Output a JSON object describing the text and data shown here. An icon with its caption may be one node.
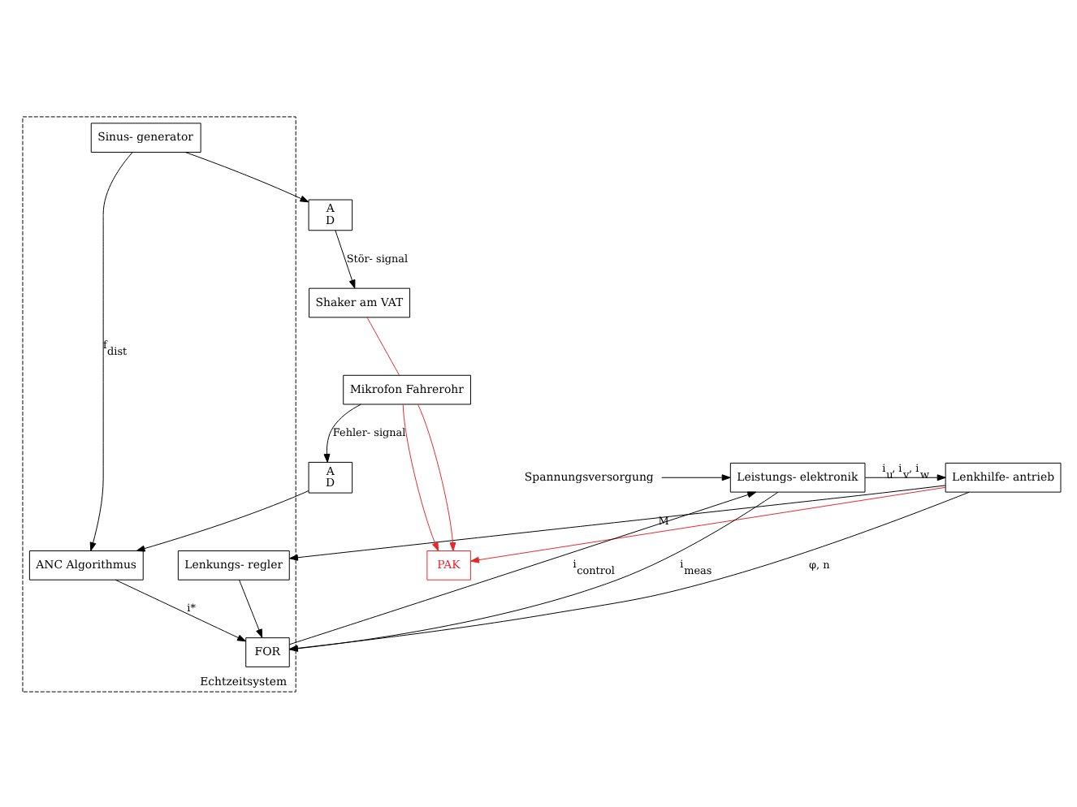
{
  "diagram": {
    "nodes": [
      {
        "text": [
          "Lenkhilfe- antrieb"
        ]
      },
      {
        "text": [
          "Leistungs- elektronik"
        ]
      },
      {
        "text": [
          "Spannungsversorgung"
        ]
      },
      {
        "text": [
          "Echtzeitsystem"
        ]
      },
      {
        "text": [
          "FOR"
        ],
        "in": 3
      },
      {
        "text": [
          "Lenkungs- regler"
        ],
        "in": 3
      },
      {
        "text": [
          "PAK"
        ]
      },
      {
        "text": [
          "Mikrofon Fahrerohr"
        ]
      },
      {
        "text": [
          "A",
          "D"
        ]
      },
      {
        "text": [
          "ANC Algorithmus"
        ],
        "in": 3
      },
      {
        "text": [
          "Shaker am VAT"
        ]
      },
      {
        "text": [
          "A",
          "D"
        ]
      },
      {
        "text": [
          "Sinus- generator"
        ],
        "in": 3
      }
    ],
    "edges": [
      {
        "from": 2,
        "to": 1,
        "arrow": "to"
      },
      {
        "from": 1,
        "to": 0,
        "arrow": "to",
        "label": "i$_{u}$, i$_{v}$, i$_{w}$"
      },
      {
        "from": 0,
        "to": 6,
        "arrow": "to",
        "color": "#e8262b"
      },
      {
        "from": 0,
        "to": 4,
        "arrow": "to",
        "label": "φ, n"
      },
      {
        "from": 0,
        "to": 5,
        "arrow": "to",
        "label": "M"
      },
      {
        "from": 4,
        "to": 1,
        "arrow": "to",
        "label": "i$_{control}$"
      },
      {
        "from": 1,
        "to": 4,
        "arrow": "to",
        "label": "i$_{meas}$"
      },
      {
        "from": 5,
        "to": 4,
        "arrow": "to"
      },
      {
        "from": 9,
        "to": 4,
        "arrow": "to",
        "label": "i*"
      },
      {
        "from": 7,
        "to": 6,
        "arrow": "to",
        "color": "#e8262b"
      },
      {
        "from": 7,
        "to": 6,
        "arrow": "to",
        "color": "#e8262b"
      },
      {
        "from": 7,
        "to": 8,
        "arrow": "to",
        "label": "Fehler- signal"
      },
      {
        "from": 8,
        "to": 9,
        "arrow": "to"
      },
      {
        "from": 12,
        "to": 9,
        "arrow": "to",
        "label": "f$_{dist}$"
      },
      {
        "from": 12,
        "to": 11,
        "arrow": "to"
      },
      {
        "from": 11,
        "to": 10,
        "arrow": "to",
        "label": "Stör- signal"
      },
      {
        "from": 10,
        "to": 7,
        "arrow": "none",
        "color": "#e8262b"
      }
    ]
  }
}
